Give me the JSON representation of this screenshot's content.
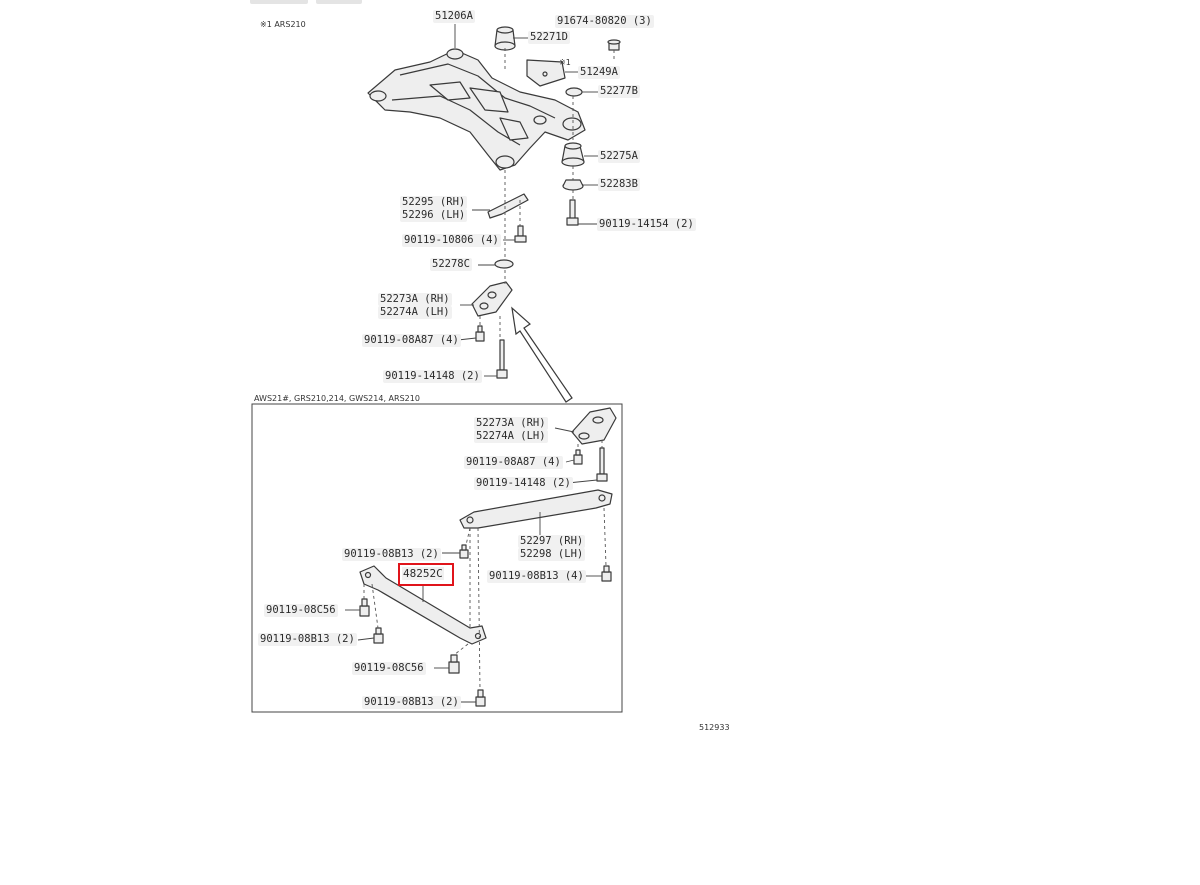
{
  "notes": {
    "top_left": "※1  ARS210",
    "box_title": "AWS21#, GRS210,214, GWS214, ARS210",
    "figure_id": "512933",
    "mark": "※1"
  },
  "parts": {
    "p51206A": "51206A",
    "p52271D": "52271D",
    "p91674": "91674-80820 (3)",
    "p51249A": "51249A",
    "p52277B": "52277B",
    "p52275A": "52275A",
    "p52283B": "52283B",
    "p52295": "52295 (RH)",
    "p52296": "52296 (LH)",
    "p90119_14154": "90119-14154 (2)",
    "p90119_10806": "90119-10806 (4)",
    "p52278C": "52278C",
    "p52273A_top": "52273A (RH)",
    "p52274A_top": "52274A (LH)",
    "p90119_08A87_top": "90119-08A87 (4)",
    "p90119_14148_top": "90119-14148 (2)",
    "p52273A_box": "52273A (RH)",
    "p52274A_box": "52274A (LH)",
    "p90119_08A87_box": "90119-08A87 (4)",
    "p90119_14148_box": "90119-14148 (2)",
    "p52297": "52297 (RH)",
    "p52298": "52298 (LH)",
    "p90119_08B13_a": "90119-08B13 (2)",
    "p90119_08B13_b": "90119-08B13 (4)",
    "p48252C": "48252C",
    "p90119_08C56_a": "90119-08C56",
    "p90119_08B13_c": "90119-08B13 (2)",
    "p90119_08C56_b": "90119-08C56",
    "p90119_08B13_d": "90119-08B13 (2)"
  },
  "colors": {
    "highlight": "#e0141b",
    "line": "#3a3a3a",
    "part_fill": "#eeeeee"
  }
}
